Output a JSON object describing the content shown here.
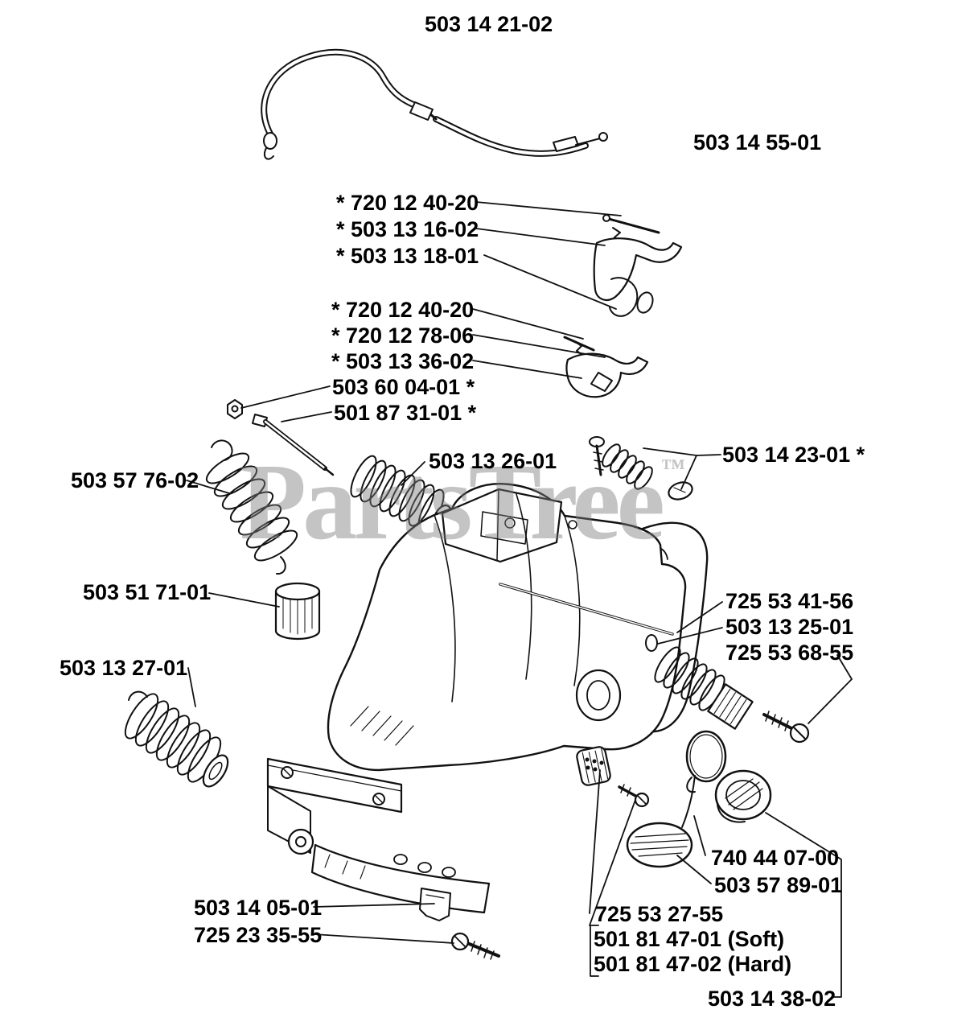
{
  "colors": {
    "background": "#ffffff",
    "line_art": "#111111",
    "label_text": "#000000",
    "watermark": "#7d7d7d"
  },
  "watermark": {
    "text": "PartsTree",
    "tm_symbol": "™"
  },
  "labels": [
    {
      "text": "503 14 21-02"
    },
    {
      "text": "503 14 55-01"
    },
    {
      "text": "* 720 12 40-20"
    },
    {
      "text": "* 503 13 16-02"
    },
    {
      "text": "* 503 13 18-01"
    },
    {
      "text": "* 720 12 40-20"
    },
    {
      "text": "* 720 12 78-06"
    },
    {
      "text": "* 503 13 36-02"
    },
    {
      "text": "503 60 04-01 *"
    },
    {
      "text": "501 87 31-01 *"
    },
    {
      "text": "503 13 26-01"
    },
    {
      "text": "503 14 23-01 *"
    },
    {
      "text": "503 57 76-02"
    },
    {
      "text": "503 51 71-01"
    },
    {
      "text": "725 53 41-56"
    },
    {
      "text": "503 13 25-01"
    },
    {
      "text": "725 53 68-55"
    },
    {
      "text": "503 13 27-01"
    },
    {
      "text": "740 44 07-00"
    },
    {
      "text": "503 57 89-01"
    },
    {
      "text": "503 14 05-01"
    },
    {
      "text": "725 23 35-55"
    },
    {
      "text": "725 53 27-55"
    },
    {
      "text": "501 81 47-01 (Soft)"
    },
    {
      "text": "501 81 47-02 (Hard)"
    },
    {
      "text": "503 14 38-02"
    }
  ]
}
